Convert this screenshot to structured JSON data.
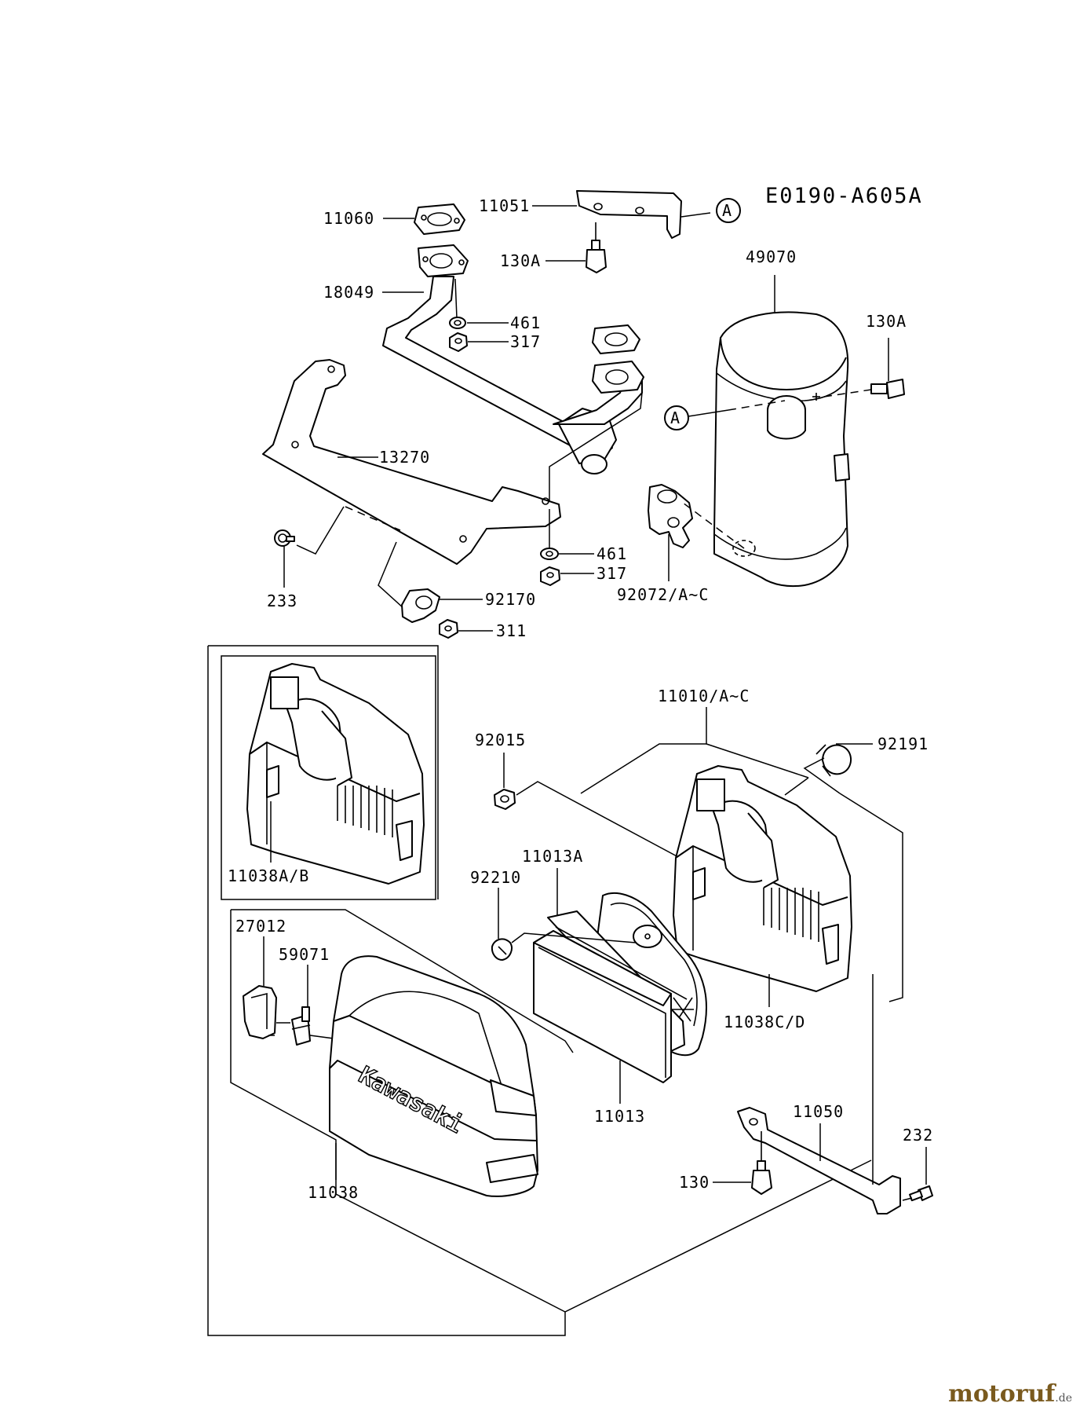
{
  "diagram": {
    "code": "E0190-A605A",
    "brand_text": "Kawasaki",
    "callout": "A",
    "labels": {
      "p11060": "11060",
      "p11051": "11051",
      "p130A_top": "130A",
      "p49070": "49070",
      "p18049": "18049",
      "p461_a": "461",
      "p317_a": "317",
      "p130A_right": "130A",
      "p13270": "13270",
      "p461_b": "461",
      "p317_b": "317",
      "p233": "233",
      "p92170": "92170",
      "p92072": "92072/A~C",
      "p311": "311",
      "p11010": "11010/A~C",
      "p92015": "92015",
      "p92191": "92191",
      "p11038AB": "11038A/B",
      "p11013A": "11013A",
      "p92210": "92210",
      "p27012": "27012",
      "p59071": "59071",
      "p11038CD": "11038C/D",
      "p11013": "11013",
      "p11050": "11050",
      "p232": "232",
      "p130": "130",
      "p11038": "11038"
    }
  },
  "watermark": {
    "name": "motoruf",
    "suffix": ".de"
  }
}
